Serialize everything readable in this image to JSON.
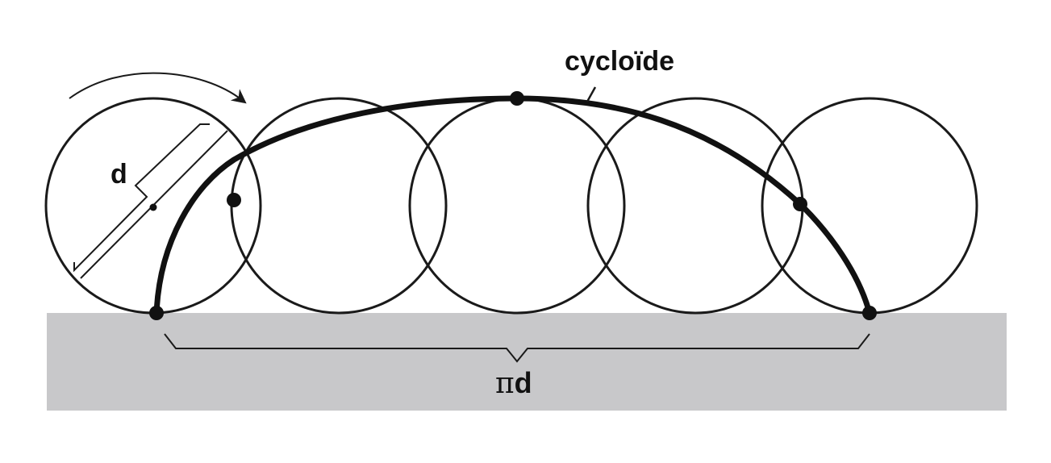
{
  "labels": {
    "curve": "cycloïde",
    "diameter": "d",
    "pi": "π",
    "distance_suffix": "d"
  },
  "colors": {
    "ground": "#c8c8ca",
    "stroke": "#1a1a1a",
    "background": "#ffffff"
  },
  "circles": [
    {
      "name": "circle-1"
    },
    {
      "name": "circle-2"
    },
    {
      "name": "circle-3"
    },
    {
      "name": "circle-4"
    },
    {
      "name": "circle-5"
    }
  ]
}
